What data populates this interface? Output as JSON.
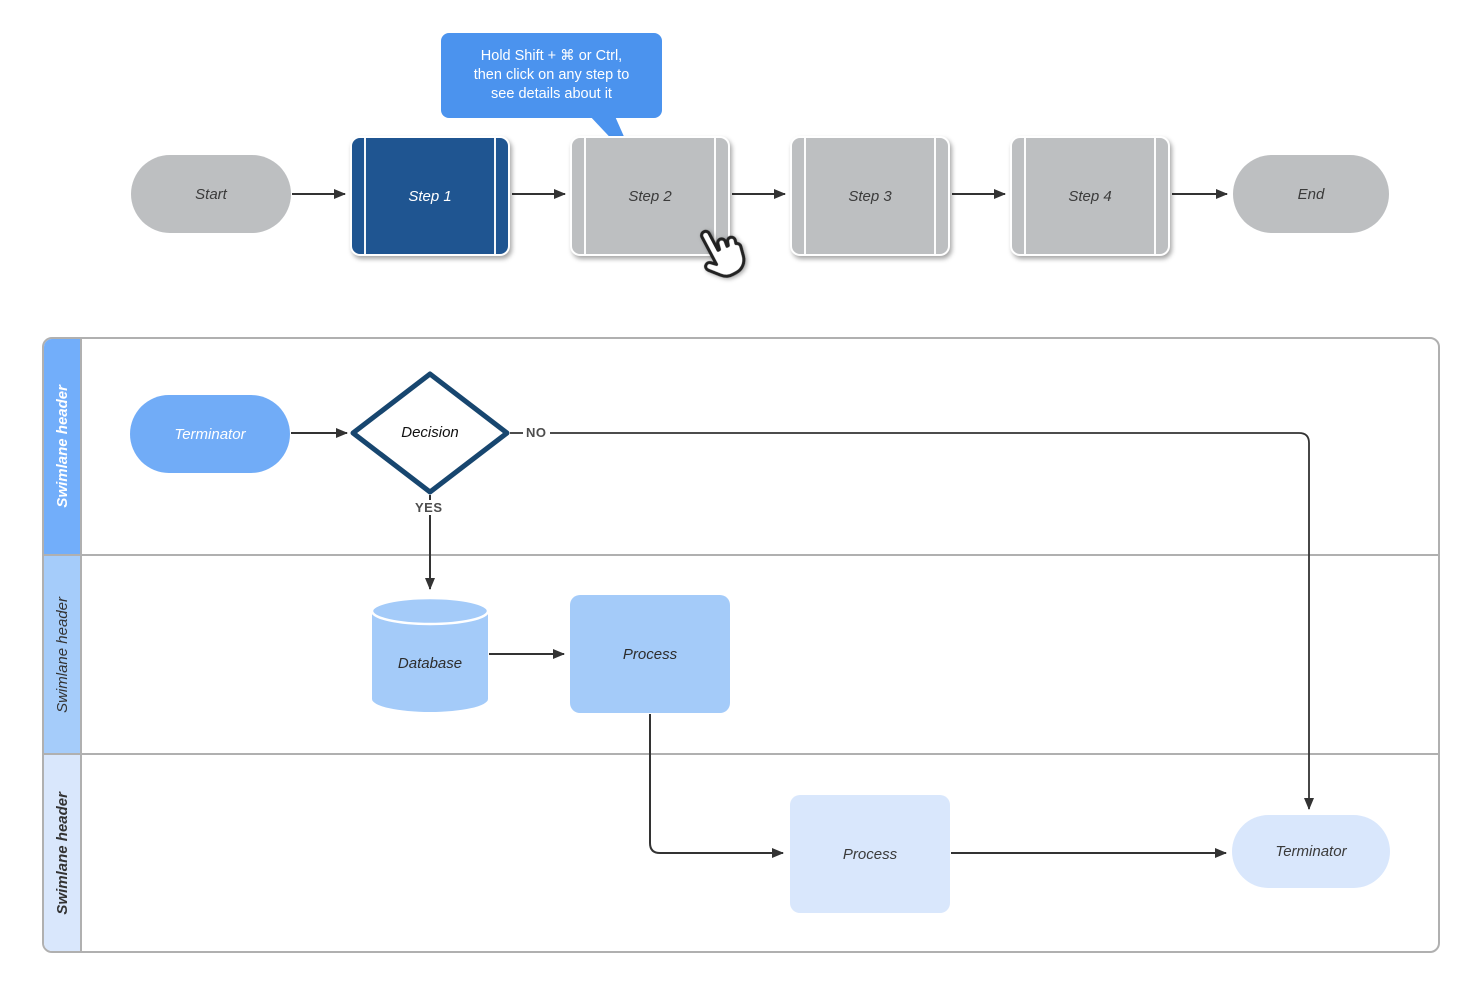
{
  "flow": {
    "start": "Start",
    "step1": "Step 1",
    "step2": "Step 2",
    "step3": "Step 3",
    "step4": "Step 4",
    "end": "End"
  },
  "tooltip": {
    "line1": "Hold Shift + ⌘ or Ctrl,",
    "line2": "then click on any step to",
    "line3": "see details about it"
  },
  "swimlanes": {
    "lane1": {
      "header": "Swimlane header",
      "terminator": "Terminator",
      "decision": "Decision",
      "branch_no": "NO",
      "branch_yes": "YES"
    },
    "lane2": {
      "header": "Swimlane header",
      "database": "Database",
      "process": "Process"
    },
    "lane3": {
      "header": "Swimlane header",
      "process": "Process",
      "terminator": "Terminator"
    }
  },
  "colors": {
    "step_active": "#1f5591",
    "step_inactive": "#bdbfc1",
    "tooltip_blue": "#4b93ee",
    "lane1_accent": "#72aefa",
    "lane2_accent": "#a4cbf9",
    "lane3_accent": "#d9e7fc",
    "decision_border": "#17466f",
    "lane_border": "#b0b0b0",
    "connector": "#333333"
  }
}
